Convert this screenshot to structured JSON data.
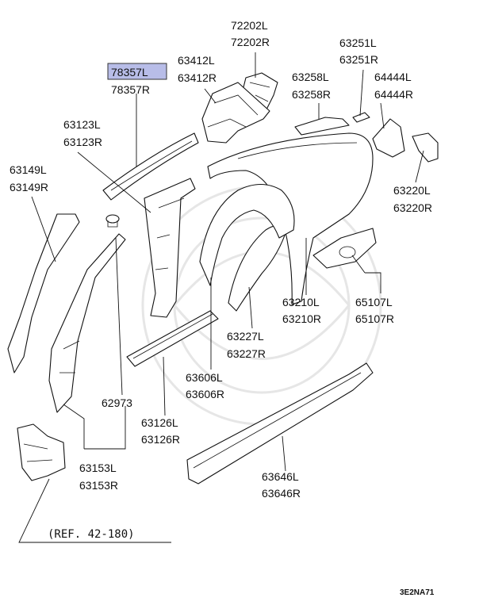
{
  "diagram": {
    "highlight_color": "#b8bde8",
    "labels": {
      "p72202": {
        "l": "72202L",
        "r": "72202R"
      },
      "p78357": {
        "l": "78357L",
        "r": "78357R"
      },
      "p63412": {
        "l": "63412L",
        "r": "63412R"
      },
      "p63251": {
        "l": "63251L",
        "r": "63251R"
      },
      "p63258": {
        "l": "63258L",
        "r": "63258R"
      },
      "p64444": {
        "l": "64444L",
        "r": "64444R"
      },
      "p63123": {
        "l": "63123L",
        "r": "63123R"
      },
      "p63149": {
        "l": "63149L",
        "r": "63149R"
      },
      "p63220": {
        "l": "63220L",
        "r": "63220R"
      },
      "p63210": {
        "l": "63210L",
        "r": "63210R"
      },
      "p65107": {
        "l": "65107L",
        "r": "65107R"
      },
      "p63227": {
        "l": "63227L",
        "r": "63227R"
      },
      "p63606": {
        "l": "63606L",
        "r": "63606R"
      },
      "p62973": {
        "single": "62973"
      },
      "p63126": {
        "l": "63126L",
        "r": "63126R"
      },
      "p63153": {
        "l": "63153L",
        "r": "63153R"
      },
      "p63646": {
        "l": "63646L",
        "r": "63646R"
      }
    },
    "reference": "(REF. 42-180)",
    "diagram_code": "3E2NA71"
  }
}
